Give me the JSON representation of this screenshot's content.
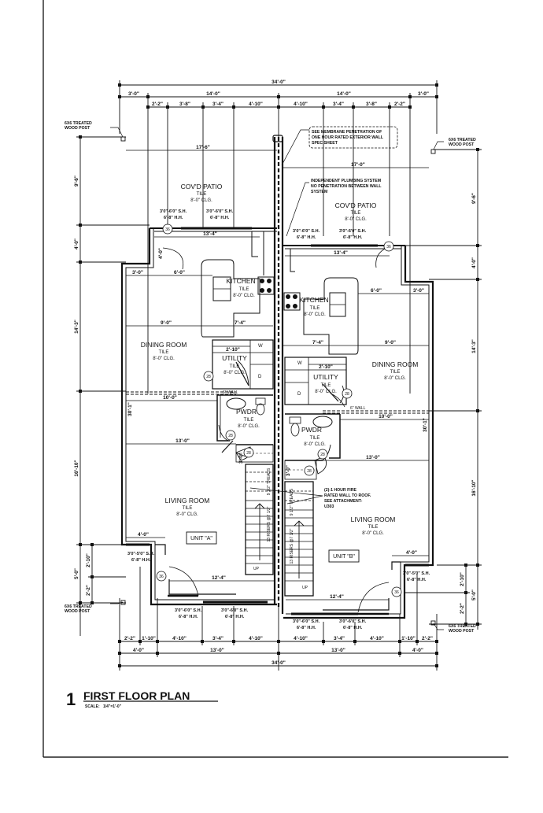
{
  "drawing": {
    "number": "1",
    "title": "FIRST FLOOR PLAN",
    "scale_label": "SCALE:",
    "scale_value": "1/4\"=1'-0\""
  },
  "dimensions": {
    "top": {
      "overall": "34'-0\"",
      "row2": [
        "3'-0\"",
        "14'-0\"",
        "14'-0\"",
        "3'-0\""
      ],
      "row3": [
        "2'-2\"",
        "3'-8\"",
        "3'-4\"",
        "4'-10\"",
        "4'-10\"",
        "3'-4\"",
        "3'-8\"",
        "2'-2\""
      ]
    },
    "bottom": {
      "row1": [
        "2'-2\"",
        "1'-10\"",
        "4'-10\"",
        "3'-4\"",
        "4'-10\"",
        "4'-10\"",
        "3'-4\"",
        "4'-10\"",
        "1'-10\"",
        "2'-2\""
      ],
      "row2": [
        "4'-0\"",
        "13'-0\"",
        "13'-0\"",
        "4'-0\""
      ],
      "overall": "34'-0\""
    },
    "left": [
      "9'-6\"",
      "4'-0\"",
      "14'-3\"",
      "16'-10\"",
      "5'-0\"",
      "2'-10\"",
      "2'-2\""
    ],
    "right": [
      "9'-6\"",
      "4'-0\"",
      "14'-3\"",
      "16'-10\"",
      "5'-0\"",
      "2'-10\"",
      "2'-2\""
    ],
    "interior": {
      "patio_a_width": "17'-6\"",
      "patio_b_width": "17'-0\"",
      "patio_a_inner": "13'-4\"",
      "patio_b_inner": "13'-4\"",
      "kitchen_a_left": "3'-0\"",
      "kitchen_a_mid": "6'-0\"",
      "kitchen_b_mid": "6'-0\"",
      "kitchen_b_right": "3'-0\"",
      "dining_a": "9'-0\"",
      "kitchen_a_bottom": "7'-4\"",
      "kitchen_b_bottom": "7'-4\"",
      "dining_b": "9'-0\"",
      "utility_a": "2'-10\"",
      "utility_b": "2'-10\"",
      "living_a_top": "10'-0\"",
      "living_b_top": "10'-0\"",
      "living_a_mid": "13'-0\"",
      "living_b_mid": "13'-0\"",
      "entry_a": "4'-0\"",
      "entry_b": "4'-0\"",
      "front_a": "12'-4\"",
      "front_b": "12'-4\"",
      "door_a": "4'-0\"",
      "side_a": "30'-1\"",
      "side_b": "30'-1\"",
      "stair_a": "3'-0\"",
      "stair_b": "3'-0\""
    }
  },
  "rooms": {
    "unit_a": {
      "patio": {
        "name": "COV'D PATIO",
        "finish": "TILE",
        "ceiling": "8'-0\" CLG."
      },
      "kitchen": {
        "name": "KITCHEN",
        "finish": "TILE",
        "ceiling": "8'-0\" CLG."
      },
      "dining": {
        "name": "DINING ROOM",
        "finish": "TILE",
        "ceiling": "8'-0\" CLG."
      },
      "utility": {
        "name": "UTILITY",
        "finish": "TILE",
        "ceiling": "8'-0\" CLG."
      },
      "powder": {
        "name": "PWDR",
        "finish": "TILE",
        "ceiling": "8'-0\" CLG."
      },
      "living": {
        "name": "LIVING ROOM",
        "finish": "TILE",
        "ceiling": "8'-0\" CLG."
      },
      "label": "UNIT \"A\""
    },
    "unit_b": {
      "patio": {
        "name": "COV'D PATIO",
        "finish": "TILE",
        "ceiling": "8'-0\" CLG."
      },
      "kitchen": {
        "name": "KITCHEN",
        "finish": "TILE",
        "ceiling": "8'-0\" CLG."
      },
      "dining": {
        "name": "DINING ROOM",
        "finish": "TILE",
        "ceiling": "8'-0\" CLG."
      },
      "utility": {
        "name": "UTILITY",
        "finish": "TILE",
        "ceiling": "8'-0\" CLG."
      },
      "powder": {
        "name": "PWDR",
        "finish": "TILE",
        "ceiling": "8'-0\" CLG."
      },
      "living": {
        "name": "LIVING ROOM",
        "finish": "TILE",
        "ceiling": "8'-0\" CLG."
      },
      "label": "UNIT \"B\""
    }
  },
  "windows": {
    "sh_3068": "3'0\"-6'0\" S.H.",
    "sh_3050": "3'0\"-5'0\" S.H.",
    "hh": "6'-8\" H.H."
  },
  "notes": {
    "post": [
      "6X6 TREATED",
      "WOOD POST"
    ],
    "membrane": [
      "SEE MEMBRANE PENETRATION OF",
      "ONE HOUR RATED EXTERIOR WALL",
      "SPEC SHEET"
    ],
    "plumbing": [
      "INDEPENDENT PLUMBING SYSTEM",
      "NO PENETRATION BETWEEN WALL",
      "SYSTEM"
    ],
    "firewall": [
      "(2)-1 HOUR FIRE",
      "RATED WALL TO ROOF.",
      "SEE ATTACHMENT-",
      "U303"
    ],
    "wall_6": "6\" WALL",
    "stairs": "13 RISERS @7 1/2\"",
    "treads": "9 1/2\" TREADS",
    "up": "UP",
    "washer": "W",
    "dryer": "D"
  },
  "door_tags": [
    "36",
    "36",
    "28",
    "28",
    "28",
    "28",
    "28",
    "28",
    "36",
    "36"
  ]
}
